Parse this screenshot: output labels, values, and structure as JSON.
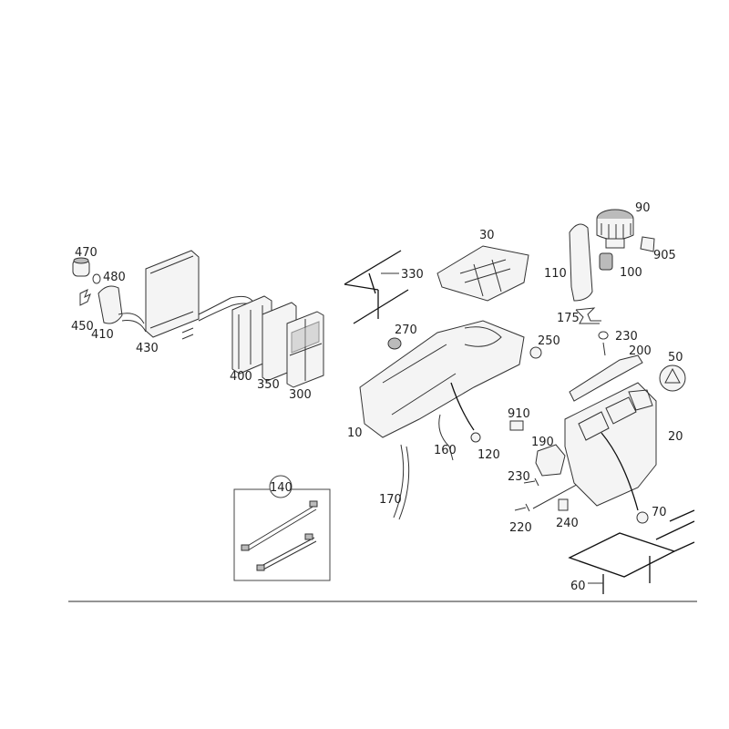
{
  "diagram": {
    "title": "Heater / air-conditioning unit exploded view",
    "parts": {
      "p470": "470",
      "p480": "480",
      "p450": "450",
      "p410": "410",
      "p430": "430",
      "p400": "400",
      "p350": "350",
      "p300": "300",
      "p330": "330",
      "p30": "30",
      "p270": "270",
      "p250": "250",
      "p10": "10",
      "p160": "160",
      "p170": "170",
      "p120": "120",
      "p910": "910",
      "p190": "190",
      "p230a": "230",
      "p220": "220",
      "p240": "240",
      "p140": "140",
      "p90": "90",
      "p905": "905",
      "p110": "110",
      "p100": "100",
      "p175": "175",
      "p230b": "230",
      "p200": "200",
      "p50": "50",
      "p20": "20",
      "p70": "70",
      "p60": "60"
    }
  }
}
